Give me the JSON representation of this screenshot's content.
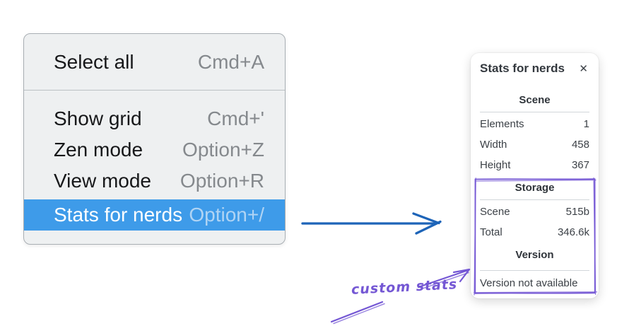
{
  "context_menu": {
    "items": [
      {
        "label": "Select all",
        "shortcut": "Cmd+A",
        "highlighted": false
      },
      {
        "label": "Show grid",
        "shortcut": "Cmd+'",
        "highlighted": false
      },
      {
        "label": "Zen mode",
        "shortcut": "Option+Z",
        "highlighted": false
      },
      {
        "label": "View mode",
        "shortcut": "Option+R",
        "highlighted": false
      },
      {
        "label": "Stats for nerds",
        "shortcut": "Option+/",
        "highlighted": true
      }
    ]
  },
  "stats_panel": {
    "title": "Stats for nerds",
    "close_icon": "✕",
    "sections": [
      {
        "header": "Scene",
        "rows": [
          {
            "label": "Elements",
            "value": "1"
          },
          {
            "label": "Width",
            "value": "458"
          },
          {
            "label": "Height",
            "value": "367"
          }
        ]
      },
      {
        "header": "Storage",
        "rows": [
          {
            "label": "Scene",
            "value": "515b"
          },
          {
            "label": "Total",
            "value": "346.6k"
          }
        ]
      },
      {
        "header": "Version",
        "note": "Version not available"
      }
    ]
  },
  "annotation": {
    "label": "custom stats"
  },
  "colors": {
    "menu_highlight": "#3e9be9",
    "flow_arrow": "#1d64b8",
    "annotation_purple": "#7457d4"
  }
}
